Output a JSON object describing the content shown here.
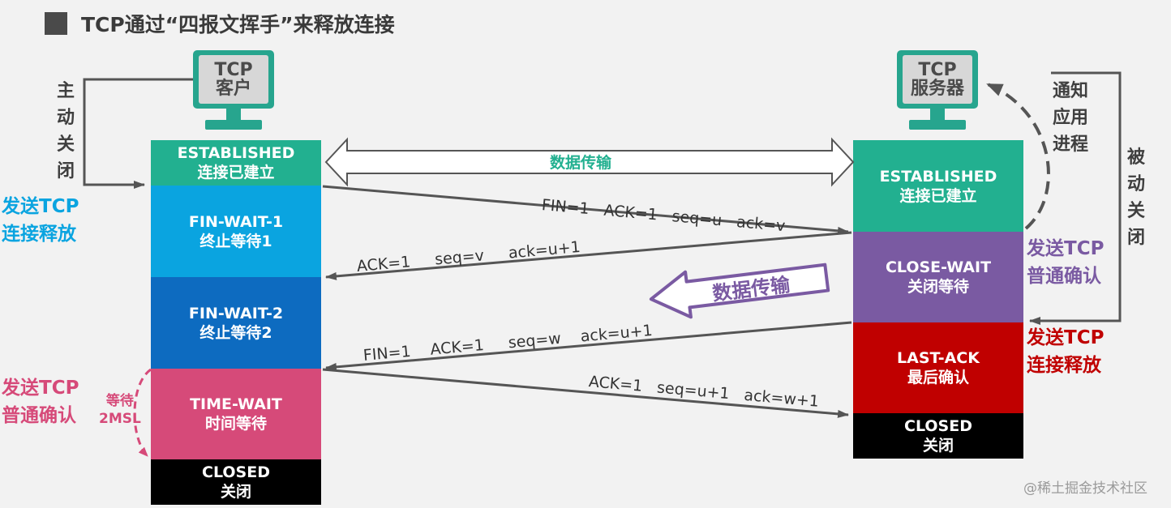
{
  "title": "TCP通过“四报文挥手”来释放连接",
  "client": {
    "line1": "TCP",
    "line2": "客户"
  },
  "server": {
    "line1": "TCP",
    "line2": "服务器"
  },
  "client_states": [
    {
      "en": "ESTABLISHED",
      "cn": "连接已建立",
      "color": "#22b090"
    },
    {
      "en": "FIN-WAIT-1",
      "cn": "终止等待1",
      "color": "#0aa4e0"
    },
    {
      "en": "FIN-WAIT-2",
      "cn": "终止等待2",
      "color": "#0d6bc0"
    },
    {
      "en": "TIME-WAIT",
      "cn": "时间等待",
      "color": "#d64a79"
    },
    {
      "en": "CLOSED",
      "cn": "关闭",
      "color": "#000000"
    }
  ],
  "server_states": [
    {
      "en": "ESTABLISHED",
      "cn": "连接已建立",
      "color": "#22b090"
    },
    {
      "en": "CLOSE-WAIT",
      "cn": "关闭等待",
      "color": "#7a5aa2"
    },
    {
      "en": "LAST-ACK",
      "cn": "最后确认",
      "color": "#c00000"
    },
    {
      "en": "CLOSED",
      "cn": "关闭",
      "color": "#000000"
    }
  ],
  "left_labels": {
    "active_close": [
      "主",
      "动",
      "关",
      "闭"
    ],
    "send_fin": [
      "发送TCP",
      "连接释放"
    ],
    "send_ack": [
      "发送TCP",
      "普通确认"
    ],
    "wait_2msl": [
      "等待",
      "2MSL"
    ]
  },
  "right_labels": {
    "notify_app": [
      "通知",
      "应用",
      "进程"
    ],
    "passive_close": [
      "被",
      "动",
      "关",
      "闭"
    ],
    "send_ack": [
      "发送TCP",
      "普通确认"
    ],
    "send_fin": [
      "发送TCP",
      "连接释放"
    ]
  },
  "data_transfer": "数据传输",
  "messages": {
    "m1": [
      "FIN=1",
      "ACK=1",
      "seq=u",
      "ack=v"
    ],
    "m2": [
      "ACK=1",
      "seq=v",
      "ack=u+1"
    ],
    "m3": [
      "FIN=1",
      "ACK=1",
      "seq=w",
      "ack=u+1"
    ],
    "m4": [
      "ACK=1",
      "seq=u+1",
      "ack=w+1"
    ]
  },
  "watermark": "@稀土掘金技术社区",
  "colors": {
    "teal": "#22b090",
    "blue_label": "#0aa4e0",
    "pink_label": "#d64a79",
    "purple_label": "#7a5aa2",
    "red_label": "#c00000"
  }
}
